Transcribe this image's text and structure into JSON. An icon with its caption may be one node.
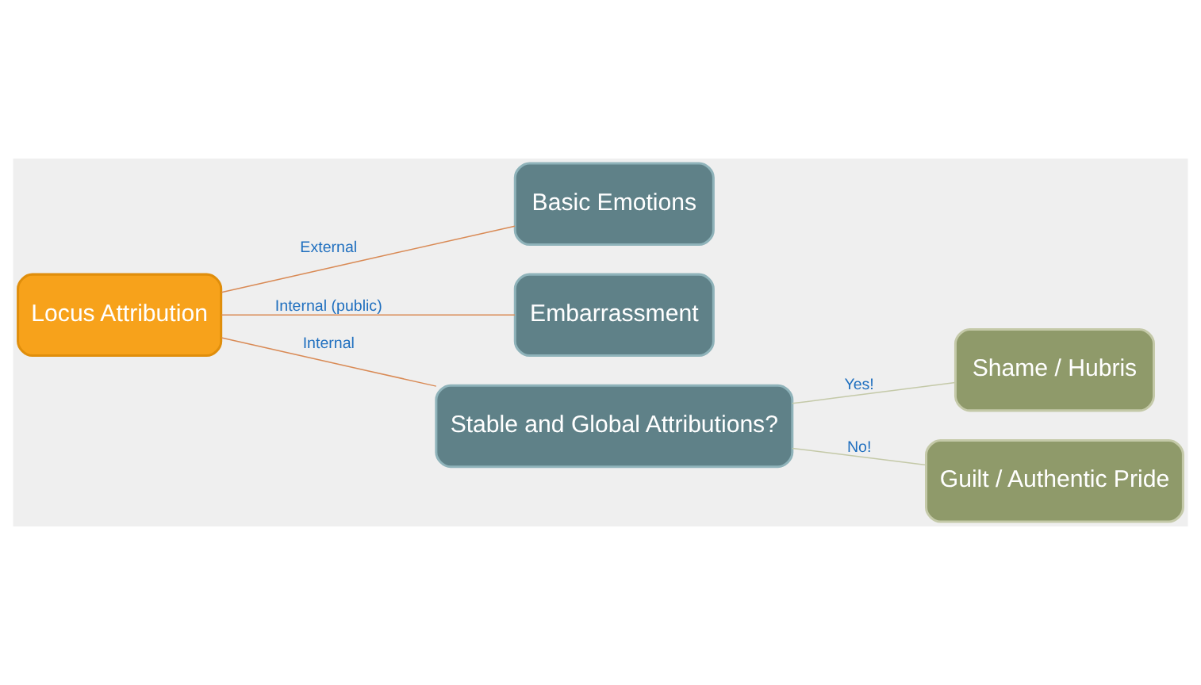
{
  "diagram": {
    "nodes": [
      {
        "text": [
          "Locus Attribution"
        ]
      },
      {
        "text": [
          "Basic Emotions"
        ]
      },
      {
        "text": [
          "Embarrassment"
        ]
      },
      {
        "text": [
          "Stable and Global Attributions?"
        ]
      },
      {
        "text": [
          "Shame / Hubris"
        ]
      },
      {
        "text": [
          "Guilt / Authentic Pride"
        ]
      }
    ],
    "edges": [
      {
        "from": 0,
        "to": 1,
        "arrow": "none",
        "label": "External"
      },
      {
        "from": 0,
        "to": 2,
        "arrow": "none",
        "label": "Internal (public)"
      },
      {
        "from": 0,
        "to": 3,
        "arrow": "none",
        "label": "Internal"
      },
      {
        "from": 3,
        "to": 4,
        "arrow": "none",
        "label": "Yes!",
        "color": "#c4c9a8"
      },
      {
        "from": 3,
        "to": 5,
        "arrow": "none",
        "label": "No!",
        "color": "#c4c9a8"
      }
    ]
  }
}
